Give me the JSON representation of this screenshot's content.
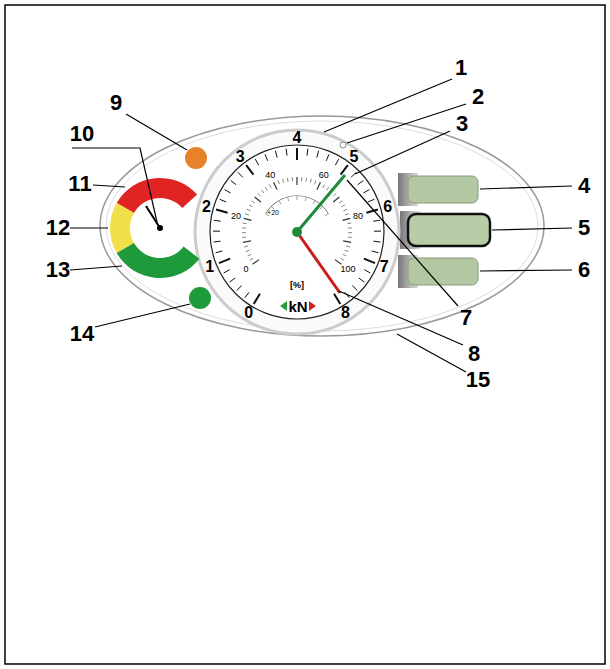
{
  "diagram": {
    "labels": [
      "1",
      "2",
      "3",
      "4",
      "5",
      "6",
      "7",
      "8",
      "9",
      "10",
      "11",
      "12",
      "13",
      "14",
      "15",
      "0",
      "1",
      "2",
      "3",
      "4",
      "5",
      "6",
      "7",
      "8",
      "0",
      "20",
      "40",
      "60",
      "80",
      "100",
      "+20",
      "[%]",
      "kN"
    ]
  }
}
